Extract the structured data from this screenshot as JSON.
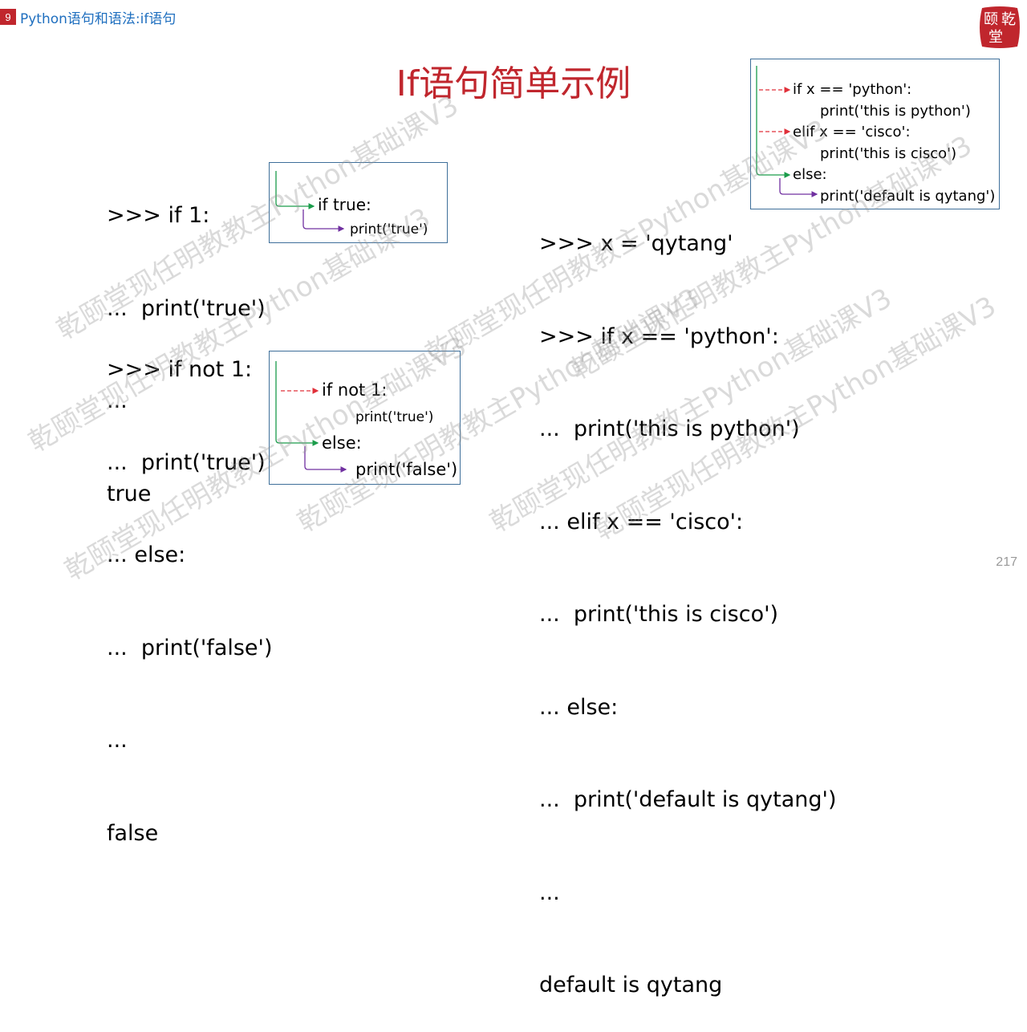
{
  "header": {
    "chapter_number": "9",
    "chapter_title": "Python语句和语法:if语句"
  },
  "logo": {
    "text_line1": "颐",
    "text_line2": "乾",
    "text_line3": "堂",
    "color": "#c0262d"
  },
  "title": "If语句简单示例",
  "example1": {
    "lines": [
      ">>> if 1:",
      "...  print('true')",
      "...",
      "true"
    ]
  },
  "example2": {
    "lines": [
      ">>> if not 1:",
      "...  print('true')",
      "... else:",
      "...  print('false')",
      "...",
      "false"
    ]
  },
  "example3": {
    "lines": [
      ">>> x = 'qytang'",
      ">>> if x == 'python':",
      "...  print('this is python')",
      "... elif x == 'cisco':",
      "...  print('this is cisco')",
      "... else:",
      "...  print('default is qytang')",
      "...",
      "default is qytang"
    ]
  },
  "box1": {
    "line1": "if true:",
    "line2": "print('true')"
  },
  "box2": {
    "line1": "if not 1:",
    "line2": "print('true')",
    "line3": "else:",
    "line4": "print('false')"
  },
  "box3": {
    "line1": "if x == 'python':",
    "line2": "print('this is python')",
    "line3": "elif x == 'cisco':",
    "line4": "print('this is cisco')",
    "line5": "else:",
    "line6": "print('default is qytang')"
  },
  "watermark": "乾颐堂现任明教教主Python基础课V3",
  "page_number": "217",
  "colors": {
    "accent": "#c0262d",
    "header_blue": "#1f6fbf",
    "green_arrow": "#1a9c4a",
    "red_dashed": "#e0303a",
    "purple_arrow": "#7030a0"
  }
}
